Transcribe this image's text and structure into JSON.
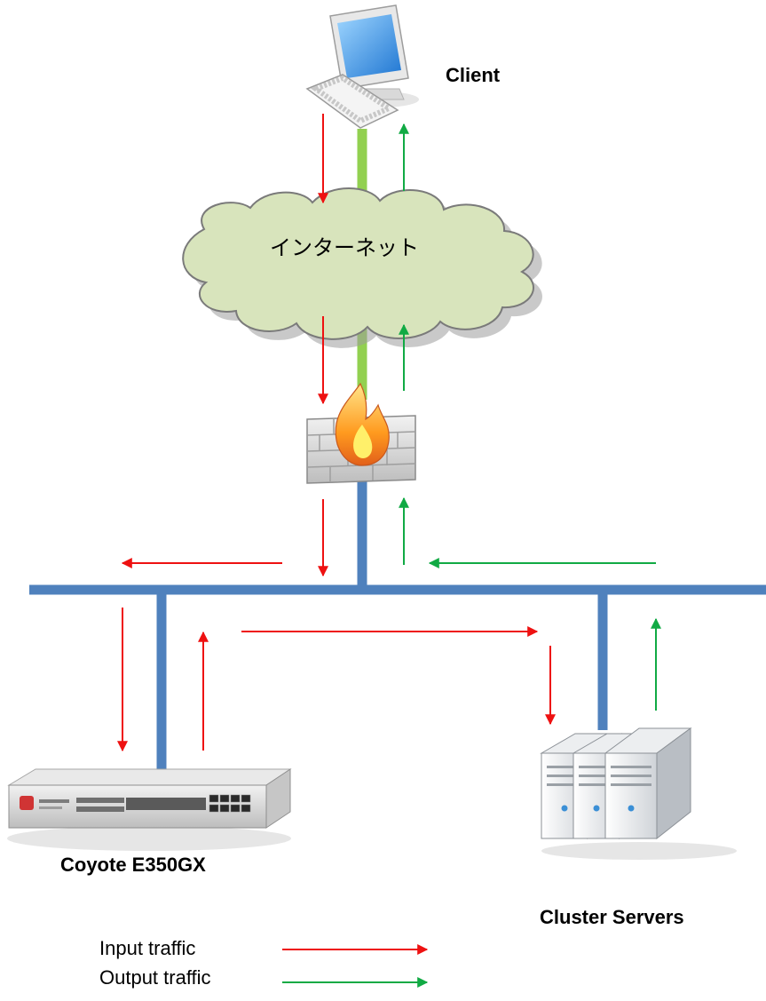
{
  "labels": {
    "client": "Client",
    "internet": "インターネット",
    "coyote": "Coyote E350GX",
    "cluster": "Cluster Servers"
  },
  "legend": {
    "input_label": "Input traffic",
    "output_label": "Output traffic"
  },
  "colors": {
    "input_arrow": "#ee1111",
    "output_arrow": "#11aa44",
    "internet_link": "#92d050",
    "lan_bus": "#4f81bd",
    "cloud_fill": "#d8e4bc"
  },
  "icons": {
    "client": "desktop-computer-icon",
    "internet": "cloud-icon",
    "firewall": "firewall-icon",
    "load_balancer": "network-appliance-icon",
    "servers": "server-cluster-icon"
  }
}
